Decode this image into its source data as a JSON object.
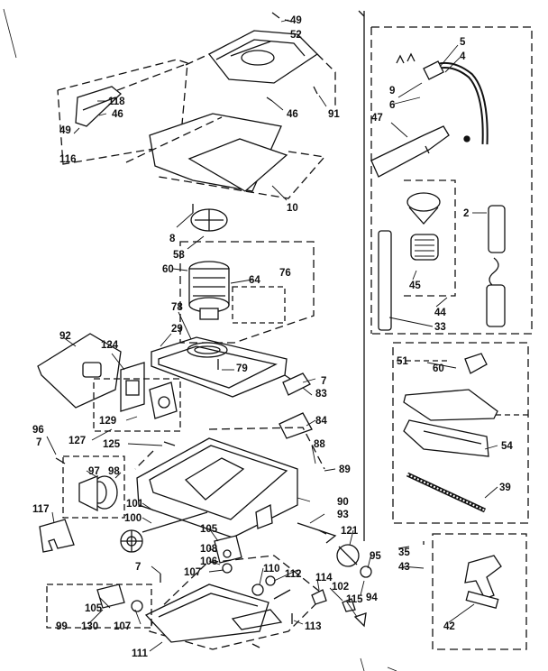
{
  "diagram": {
    "parts": [
      {
        "id": "p49a",
        "label": "49"
      },
      {
        "id": "p52",
        "label": "52"
      },
      {
        "id": "p5",
        "label": "5"
      },
      {
        "id": "p4",
        "label": "4"
      },
      {
        "id": "p9",
        "label": "9"
      },
      {
        "id": "p6",
        "label": "6"
      },
      {
        "id": "p118",
        "label": "118"
      },
      {
        "id": "p46a",
        "label": "46"
      },
      {
        "id": "p46b",
        "label": "46"
      },
      {
        "id": "p91",
        "label": "91"
      },
      {
        "id": "p47",
        "label": "47"
      },
      {
        "id": "p49b",
        "label": "49"
      },
      {
        "id": "p116",
        "label": "116"
      },
      {
        "id": "p10",
        "label": "10"
      },
      {
        "id": "p2",
        "label": "2"
      },
      {
        "id": "p8",
        "label": "8"
      },
      {
        "id": "p58",
        "label": "58"
      },
      {
        "id": "p60a",
        "label": "60"
      },
      {
        "id": "p64",
        "label": "64"
      },
      {
        "id": "p76",
        "label": "76"
      },
      {
        "id": "p45",
        "label": "45"
      },
      {
        "id": "p44",
        "label": "44"
      },
      {
        "id": "p33",
        "label": "33"
      },
      {
        "id": "p78",
        "label": "78"
      },
      {
        "id": "p29",
        "label": "29"
      },
      {
        "id": "p92",
        "label": "92"
      },
      {
        "id": "p124",
        "label": "124"
      },
      {
        "id": "p51",
        "label": "51"
      },
      {
        "id": "p60b",
        "label": "60"
      },
      {
        "id": "p79",
        "label": "79"
      },
      {
        "id": "p7a",
        "label": "7"
      },
      {
        "id": "p83",
        "label": "83"
      },
      {
        "id": "p129",
        "label": "129"
      },
      {
        "id": "p84",
        "label": "84"
      },
      {
        "id": "p127",
        "label": "127"
      },
      {
        "id": "p125",
        "label": "125"
      },
      {
        "id": "p96",
        "label": "96"
      },
      {
        "id": "p7b",
        "label": "7"
      },
      {
        "id": "p88",
        "label": "88"
      },
      {
        "id": "p54",
        "label": "54"
      },
      {
        "id": "p97",
        "label": "97"
      },
      {
        "id": "p98",
        "label": "98"
      },
      {
        "id": "p89",
        "label": "89"
      },
      {
        "id": "p39",
        "label": "39"
      },
      {
        "id": "p101",
        "label": "101"
      },
      {
        "id": "p100",
        "label": "100"
      },
      {
        "id": "p90",
        "label": "90"
      },
      {
        "id": "p93",
        "label": "93"
      },
      {
        "id": "p117",
        "label": "117"
      },
      {
        "id": "p105a",
        "label": "105"
      },
      {
        "id": "p121",
        "label": "121"
      },
      {
        "id": "p108",
        "label": "108"
      },
      {
        "id": "p35",
        "label": "35"
      },
      {
        "id": "p106",
        "label": "106"
      },
      {
        "id": "p95",
        "label": "95"
      },
      {
        "id": "p43",
        "label": "43"
      },
      {
        "id": "p7c",
        "label": "7"
      },
      {
        "id": "p107a",
        "label": "107"
      },
      {
        "id": "p110",
        "label": "110"
      },
      {
        "id": "p112",
        "label": "112"
      },
      {
        "id": "p114",
        "label": "114"
      },
      {
        "id": "p102",
        "label": "102"
      },
      {
        "id": "p94",
        "label": "94"
      },
      {
        "id": "p105b",
        "label": "105"
      },
      {
        "id": "p115",
        "label": "115"
      },
      {
        "id": "p99",
        "label": "99"
      },
      {
        "id": "p130",
        "label": "130"
      },
      {
        "id": "p107b",
        "label": "107"
      },
      {
        "id": "p113",
        "label": "113"
      },
      {
        "id": "p42",
        "label": "42"
      },
      {
        "id": "p111",
        "label": "111"
      }
    ]
  }
}
